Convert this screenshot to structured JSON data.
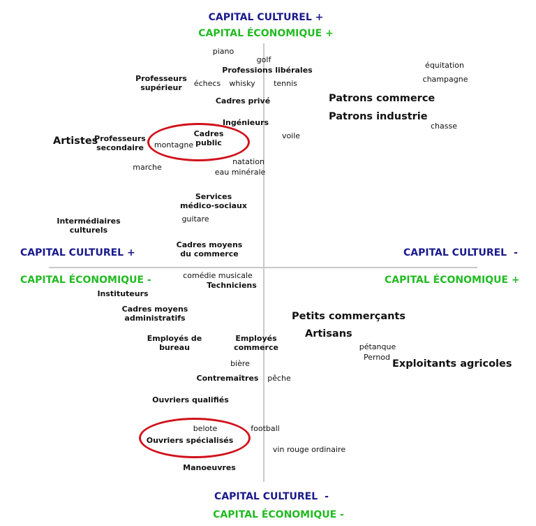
{
  "axis_labels": {
    "top_cultural": "CAPITAL CULTUREL +",
    "top_economic": "CAPITAL ÉCONOMIQUE +",
    "left_cultural": "CAPITAL CULTUREL +",
    "left_economic": "CAPITAL ÉCONOMIQUE -",
    "right_cultural": "CAPITAL CULTUREL",
    "right_cultural_sign": "-",
    "right_economic": "CAPITAL ÉCONOMIQUE +",
    "bottom_cultural": "CAPITAL CULTUREL",
    "bottom_cultural_sign": "-",
    "bottom_economic": "CAPITAL ÉCONOMIQUE -"
  },
  "colors": {
    "cultural": "#1a1a8c",
    "economic": "#22bb22",
    "circle": "#d0121b",
    "axis": "#c8c8c8"
  },
  "professions": {
    "professeurs_superieur": "Professeurs\nsupérieur",
    "professions_liberales": "Professions libérales",
    "cadres_prive": "Cadres privé",
    "patrons_commerce": "Patrons commerce",
    "patrons_industrie": "Patrons industrie",
    "ingenieurs": "Ingénieurs",
    "artistes": "Artistes",
    "professeurs_secondaire": "Professeurs\nsecondaire",
    "cadres_public": "Cadres\npublic",
    "services_medico_sociaux": "Services\nmédico-sociaux",
    "intermediaires_culturels": "Intermédiaires\nculturels",
    "cadres_moyens_commerce": "Cadres moyens\ndu commerce",
    "techniciens": "Techniciens",
    "instituteurs": "Instituteurs",
    "cadres_moyens_administratifs": "Cadres moyens\nadministratifs",
    "petits_commercants": "Petits commerçants",
    "artisans": "Artisans",
    "employes_bureau": "Employés de\nbureau",
    "employes_commerce": "Employés\ncommerce",
    "exploitants_agricoles": "Exploitants agricoles",
    "contremaitres": "Contremaîtres",
    "ouvriers_qualifies": "Ouvriers qualifiés",
    "ouvriers_specialises": "Ouvriers spécialisés",
    "manoeuvres": "Manoeuvres"
  },
  "practices": {
    "piano": "piano",
    "golf": "golf",
    "equitation": "équitation",
    "champagne": "champagne",
    "echecs": "échecs",
    "whisky": "whisky",
    "tennis": "tennis",
    "chasse": "chasse",
    "voile": "voile",
    "montagne": "montagne",
    "natation": "natation",
    "eau_minerale": "eau minérale",
    "marche": "marche",
    "guitare": "guitare",
    "comedie_musicale": "comédie musicale",
    "petanque": "pétanque",
    "pernod": "Pernod",
    "biere": "bière",
    "peche": "pêche",
    "belote": "belote",
    "football": "football",
    "vin_rouge_ordinaire": "vin rouge ordinaire"
  }
}
